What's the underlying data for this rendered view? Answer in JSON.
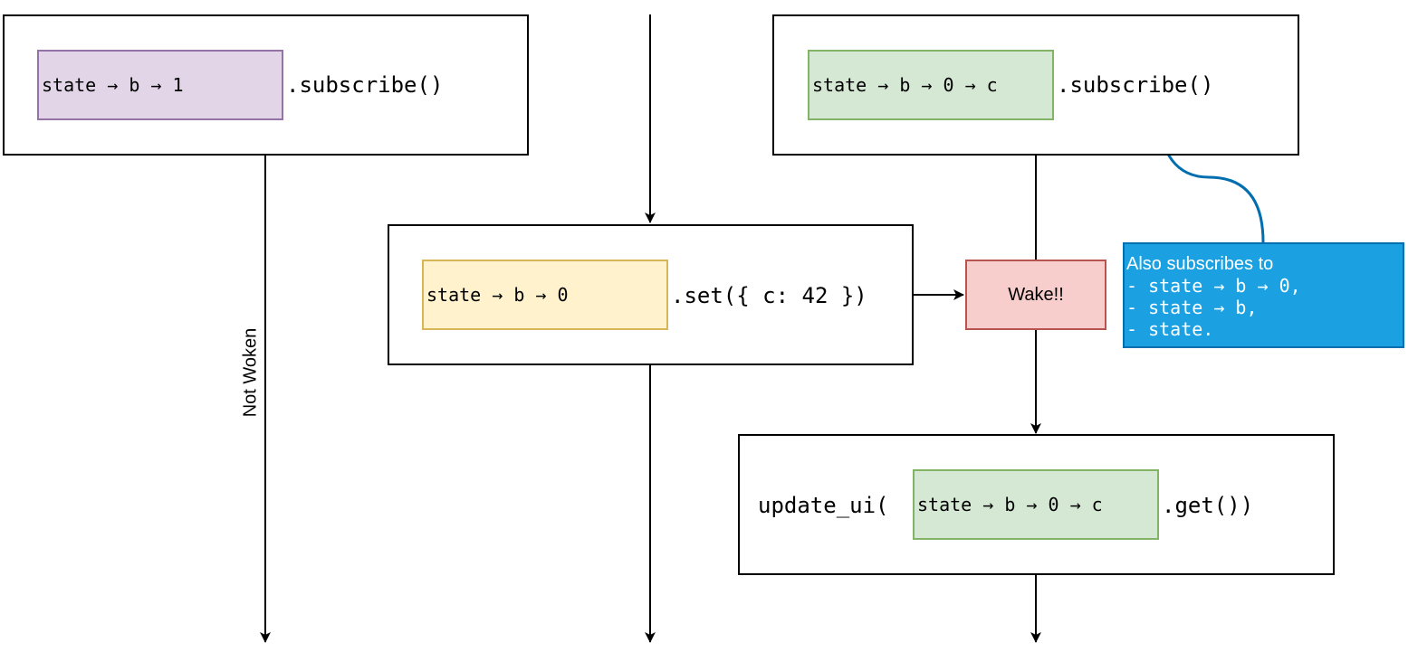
{
  "colors": {
    "purple_fill": "#e1d5e7",
    "purple_stroke": "#9673a6",
    "green_fill": "#d5e8d4",
    "green_stroke": "#82b366",
    "yellow_fill": "#fff2cc",
    "yellow_stroke": "#d6b656",
    "red_fill": "#f8cecc",
    "red_stroke": "#b85450",
    "note_fill": "#1ba1e2",
    "note_stroke": "#006eaf"
  },
  "left_subscribe": {
    "path": "state → b → 1",
    "method": ".subscribe()"
  },
  "right_subscribe": {
    "path": "state → b → 0 → c",
    "method": ".subscribe()"
  },
  "set_call": {
    "path": "state → b → 0",
    "method": ".set({ c: 42 })"
  },
  "wake": {
    "label": "Wake!!"
  },
  "note": {
    "title": "Also subscribes to",
    "line1": "- state → b → 0,",
    "line2": "- state → b,",
    "line3": "- state."
  },
  "update_call": {
    "prefix": "update_ui(",
    "path": "state → b → 0 → c",
    "method": ".get())"
  },
  "not_woken_label": "Not Woken"
}
